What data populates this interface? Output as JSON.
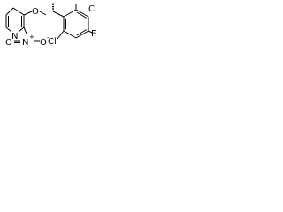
{
  "diagram": {
    "atoms": {
      "pyridine_n": "N",
      "ether_o": "O",
      "nitro_n": "N",
      "nitro_n_charge": "+",
      "nitro_o_left": "O",
      "nitro_o_right": "O",
      "nitro_o_charge": "-",
      "cl_top": "Cl",
      "fluorine": "F",
      "cl_bottom": "Cl"
    }
  }
}
